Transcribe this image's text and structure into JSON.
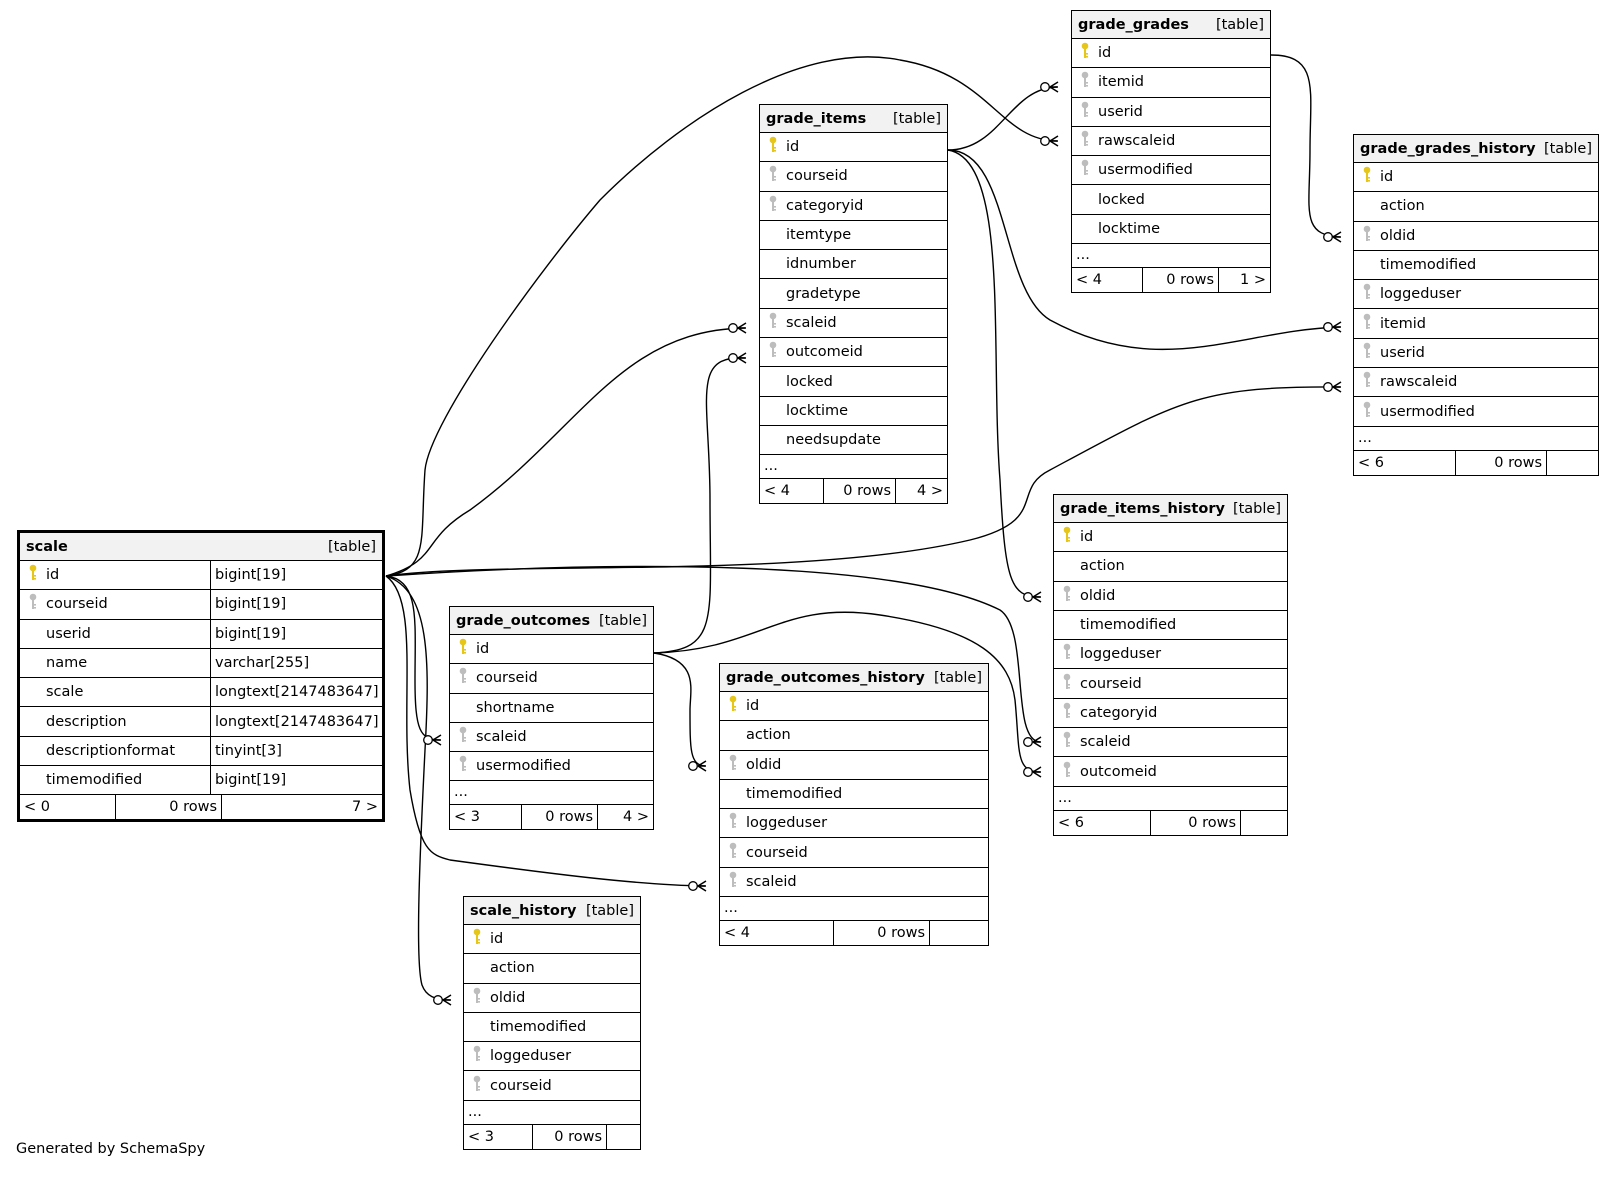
{
  "footer_text": "Generated by SchemaSpy",
  "colors": {
    "primary_key": "#e6c619",
    "foreign_key": "#bdbdbd",
    "header_bg": "#f2f2f2"
  },
  "icons": {
    "primary_key": "key-icon",
    "foreign_key": "key-icon"
  },
  "tables": [
    {
      "name": "scale",
      "type": "[table]",
      "main": true,
      "columns": [
        {
          "name": "id",
          "type": "bigint[19]",
          "key": "pk"
        },
        {
          "name": "courseid",
          "type": "bigint[19]",
          "key": "fk"
        },
        {
          "name": "userid",
          "type": "bigint[19]",
          "key": ""
        },
        {
          "name": "name",
          "type": "varchar[255]",
          "key": ""
        },
        {
          "name": "scale",
          "type": "longtext[2147483647]",
          "key": ""
        },
        {
          "name": "description",
          "type": "longtext[2147483647]",
          "key": ""
        },
        {
          "name": "descriptionformat",
          "type": "tinyint[3]",
          "key": ""
        },
        {
          "name": "timemodified",
          "type": "bigint[19]",
          "key": ""
        }
      ],
      "ellipsis": "",
      "footer": [
        "< 0",
        "0 rows",
        "7 >"
      ]
    },
    {
      "name": "grade_items",
      "type": "[table]",
      "columns": [
        {
          "name": "id",
          "key": "pk"
        },
        {
          "name": "courseid",
          "key": "fk"
        },
        {
          "name": "categoryid",
          "key": "fk"
        },
        {
          "name": "itemtype",
          "key": ""
        },
        {
          "name": "idnumber",
          "key": ""
        },
        {
          "name": "gradetype",
          "key": ""
        },
        {
          "name": "scaleid",
          "key": "fk"
        },
        {
          "name": "outcomeid",
          "key": "fk"
        },
        {
          "name": "locked",
          "key": ""
        },
        {
          "name": "locktime",
          "key": ""
        },
        {
          "name": "needsupdate",
          "key": ""
        }
      ],
      "ellipsis": "...",
      "footer": [
        "< 4",
        "0 rows",
        "4 >"
      ]
    },
    {
      "name": "grade_grades",
      "type": "[table]",
      "columns": [
        {
          "name": "id",
          "key": "pk"
        },
        {
          "name": "itemid",
          "key": "fk"
        },
        {
          "name": "userid",
          "key": "fk"
        },
        {
          "name": "rawscaleid",
          "key": "fk"
        },
        {
          "name": "usermodified",
          "key": "fk"
        },
        {
          "name": "locked",
          "key": ""
        },
        {
          "name": "locktime",
          "key": ""
        }
      ],
      "ellipsis": "...",
      "footer": [
        "< 4",
        "0 rows",
        "1 >"
      ]
    },
    {
      "name": "grade_grades_history",
      "type": "[table]",
      "columns": [
        {
          "name": "id",
          "key": "pk"
        },
        {
          "name": "action",
          "key": ""
        },
        {
          "name": "oldid",
          "key": "fk"
        },
        {
          "name": "timemodified",
          "key": ""
        },
        {
          "name": "loggeduser",
          "key": "fk"
        },
        {
          "name": "itemid",
          "key": "fk"
        },
        {
          "name": "userid",
          "key": "fk"
        },
        {
          "name": "rawscaleid",
          "key": "fk"
        },
        {
          "name": "usermodified",
          "key": "fk"
        }
      ],
      "ellipsis": "...",
      "footer": [
        "< 6",
        "0 rows",
        ""
      ]
    },
    {
      "name": "grade_items_history",
      "type": "[table]",
      "columns": [
        {
          "name": "id",
          "key": "pk"
        },
        {
          "name": "action",
          "key": ""
        },
        {
          "name": "oldid",
          "key": "fk"
        },
        {
          "name": "timemodified",
          "key": ""
        },
        {
          "name": "loggeduser",
          "key": "fk"
        },
        {
          "name": "courseid",
          "key": "fk"
        },
        {
          "name": "categoryid",
          "key": "fk"
        },
        {
          "name": "scaleid",
          "key": "fk"
        },
        {
          "name": "outcomeid",
          "key": "fk"
        }
      ],
      "ellipsis": "...",
      "footer": [
        "< 6",
        "0 rows",
        ""
      ]
    },
    {
      "name": "grade_outcomes",
      "type": "[table]",
      "columns": [
        {
          "name": "id",
          "key": "pk"
        },
        {
          "name": "courseid",
          "key": "fk"
        },
        {
          "name": "shortname",
          "key": ""
        },
        {
          "name": "scaleid",
          "key": "fk"
        },
        {
          "name": "usermodified",
          "key": "fk"
        }
      ],
      "ellipsis": "...",
      "footer": [
        "< 3",
        "0 rows",
        "4 >"
      ]
    },
    {
      "name": "grade_outcomes_history",
      "type": "[table]",
      "columns": [
        {
          "name": "id",
          "key": "pk"
        },
        {
          "name": "action",
          "key": ""
        },
        {
          "name": "oldid",
          "key": "fk"
        },
        {
          "name": "timemodified",
          "key": ""
        },
        {
          "name": "loggeduser",
          "key": "fk"
        },
        {
          "name": "courseid",
          "key": "fk"
        },
        {
          "name": "scaleid",
          "key": "fk"
        }
      ],
      "ellipsis": "...",
      "footer": [
        "< 4",
        "0 rows",
        ""
      ]
    },
    {
      "name": "scale_history",
      "type": "[table]",
      "columns": [
        {
          "name": "id",
          "key": "pk"
        },
        {
          "name": "action",
          "key": ""
        },
        {
          "name": "oldid",
          "key": "fk"
        },
        {
          "name": "timemodified",
          "key": ""
        },
        {
          "name": "loggeduser",
          "key": "fk"
        },
        {
          "name": "courseid",
          "key": "fk"
        }
      ],
      "ellipsis": "...",
      "footer": [
        "< 3",
        "0 rows",
        ""
      ]
    }
  ]
}
